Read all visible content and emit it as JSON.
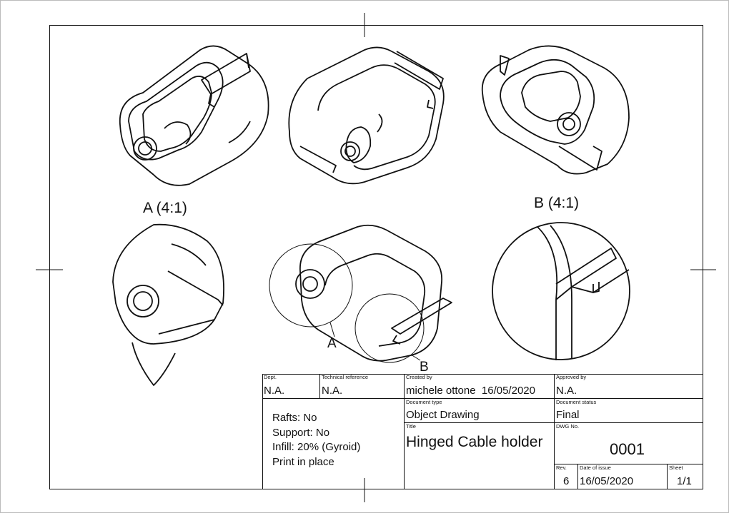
{
  "detail_labels": {
    "detail_a_title": "A (4:1)",
    "detail_b_title": "B (4:1)",
    "callout_a": "A",
    "callout_b": "B"
  },
  "title_block": {
    "dept": {
      "caption": "Dept.",
      "value": "N.A."
    },
    "technical_reference": {
      "caption": "Technical reference",
      "value": "N.A."
    },
    "created_by": {
      "caption": "Created by",
      "value": "michele ottone  16/05/2020"
    },
    "approved_by": {
      "caption": "Approved by",
      "value": "N.A."
    },
    "document_type": {
      "caption": "Document type",
      "value": "Object Drawing"
    },
    "document_status": {
      "caption": "Document status",
      "value": "Final"
    },
    "title": {
      "caption": "Title",
      "value": "Hinged Cable holder"
    },
    "dwg_no": {
      "caption": "DWG No.",
      "value": "0001"
    },
    "rev": {
      "caption": "Rev.",
      "value": "6"
    },
    "date_of_issue": {
      "caption": "Date of issue",
      "value": "16/05/2020"
    },
    "sheet": {
      "caption": "Sheet",
      "value": "1/1"
    }
  },
  "print_notes": [
    "Rafts: No",
    "Support: No",
    "Infill: 20% (Gyroid)",
    "Print in place"
  ]
}
